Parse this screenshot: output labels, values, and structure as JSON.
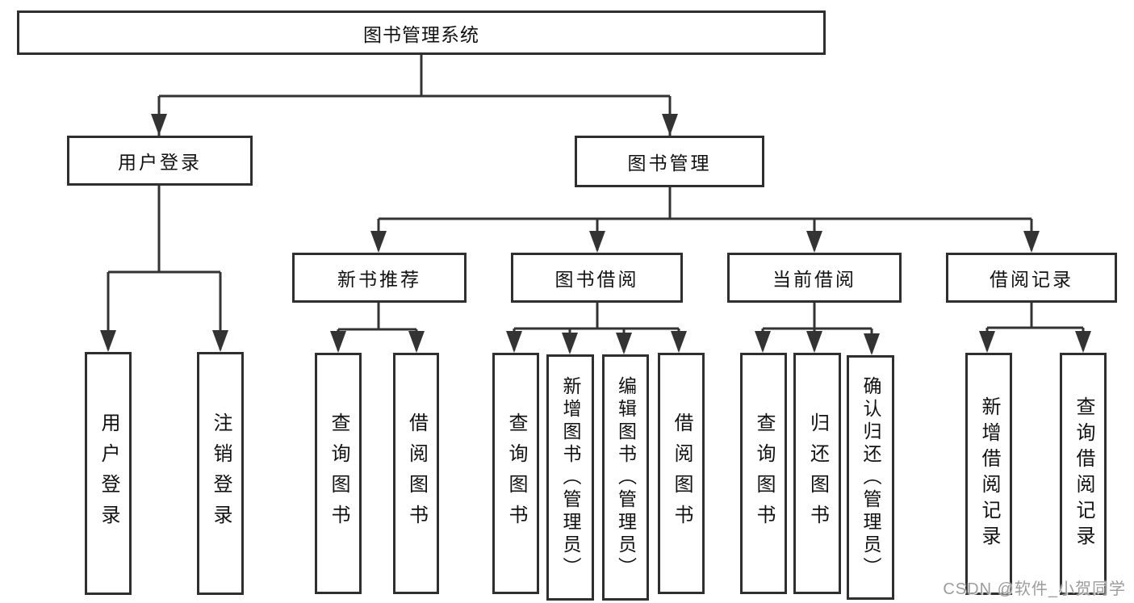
{
  "diagram": {
    "root": "图书管理系统",
    "level2": {
      "user_login": {
        "label": "用户登录",
        "children": [
          "用户登录",
          "注销登录"
        ]
      },
      "book_mgmt": {
        "label": "图书管理",
        "sections": {
          "new_book_rec": {
            "label": "新书推荐",
            "children": [
              "查询图书",
              "借阅图书"
            ]
          },
          "book_borrow": {
            "label": "图书借阅",
            "children": [
              "查询图书",
              "新增图书（管理员）",
              "编辑图书（管理员）",
              "借阅图书"
            ]
          },
          "current_borrow": {
            "label": "当前借阅",
            "children": [
              "查询图书",
              "归还图书",
              "确认归还（管理员）"
            ]
          },
          "borrow_records": {
            "label": "借阅记录",
            "children": [
              "新增借阅记录",
              "查询借阅记录"
            ]
          }
        }
      }
    }
  },
  "watermark": {
    "text": "CSDN @软件_小贺同学"
  },
  "colors": {
    "line": "#333333",
    "border": "#2f2f2f",
    "text": "#111111",
    "watermark": "#9c9c9c",
    "bg": "#ffffff"
  }
}
